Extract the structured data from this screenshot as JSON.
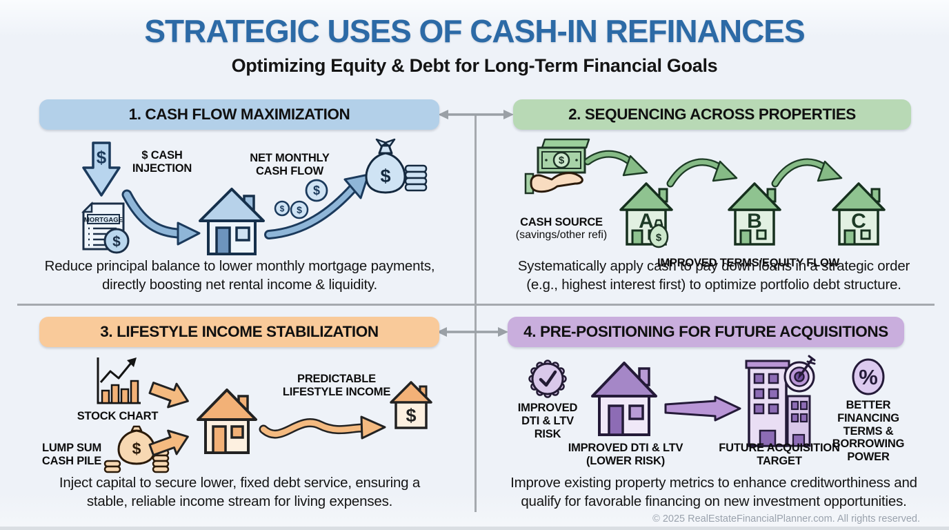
{
  "page": {
    "title": "STRATEGIC USES OF CASH-IN REFINANCES",
    "subtitle": "Optimizing Equity & Debt for Long-Term Financial Goals",
    "copyright": "© 2025 RealEstateFinancialPlanner.com. All rights reserved."
  },
  "colors": {
    "title_blue": "#2c6aa6",
    "q1_accent": "#b3d0e9",
    "q2_accent": "#b8d9b5",
    "q3_accent": "#f9ca9a",
    "q4_accent": "#c9aedd",
    "divider_gray": "#a5a9ae",
    "background": "#eef2f8"
  },
  "glyphs": {
    "dollar": "$",
    "percent": "%"
  },
  "q1": {
    "title": "1. CASH FLOW MAXIMIZATION",
    "label_cash_injection": "$ CASH\nINJECTION",
    "label_mortgage": "MORTGAGE",
    "label_net_monthly": "NET MONTHLY\nCASH FLOW",
    "description": "Reduce principal balance to lower monthly mortgage payments,\ndirectly boosting net rental income & liquidity."
  },
  "q2": {
    "title": "2. SEQUENCING ACROSS PROPERTIES",
    "label_cash_source": "CASH SOURCE",
    "label_cash_source_sub": "(savings/other refi)",
    "house_a": "A",
    "house_b": "B",
    "house_c": "C",
    "label_improved_terms": "IMPROVED TERMS/EQUITY FLOW",
    "description": "Systematically apply cash to pay down loans in a strategic order\n(e.g., highest interest first) to optimize portfolio debt structure."
  },
  "q3": {
    "title": "3. LIFESTYLE INCOME STABILIZATION",
    "label_stock_chart": "STOCK CHART",
    "label_lump_sum": "LUMP SUM\nCASH PILE",
    "label_predictable": "PREDICTABLE\nLIFESTYLE INCOME",
    "description": "Inject capital to secure lower, fixed debt service, ensuring a\nstable, reliable income stream for living expenses."
  },
  "q4": {
    "title": "4. PRE-POSITIONING FOR FUTURE ACQUISITIONS",
    "label_badge": "IMPROVED\nDTI & LTV\nRISK",
    "label_house": "IMPROVED DTI & LTV\n(LOWER RISK)",
    "label_building": "FUTURE ACQUISITION\nTARGET",
    "label_percent": "BETTER FINANCING\nTERMS &\nBORROWING\nPOWER",
    "description": "Improve existing property metrics to enhance creditworthiness and\nqualify for favorable financing on new investment opportunities."
  }
}
